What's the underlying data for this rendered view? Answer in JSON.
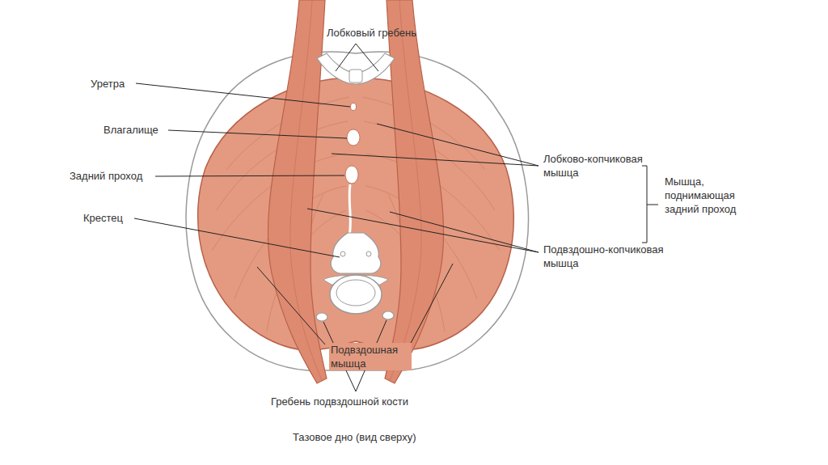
{
  "diagram": {
    "caption": "Тазовое дно (вид сверху)",
    "labels": [
      "Лобковый гребень",
      "Уретра",
      "Влагалище",
      "Задний проход",
      "Крестец",
      "Лобково-копчиковая мышца",
      "Мышца, поднимающая задний проход",
      "Подвздошно-копчиковая мышца",
      "Подвздошная мышца",
      "Гребень подвздошной кости"
    ]
  }
}
